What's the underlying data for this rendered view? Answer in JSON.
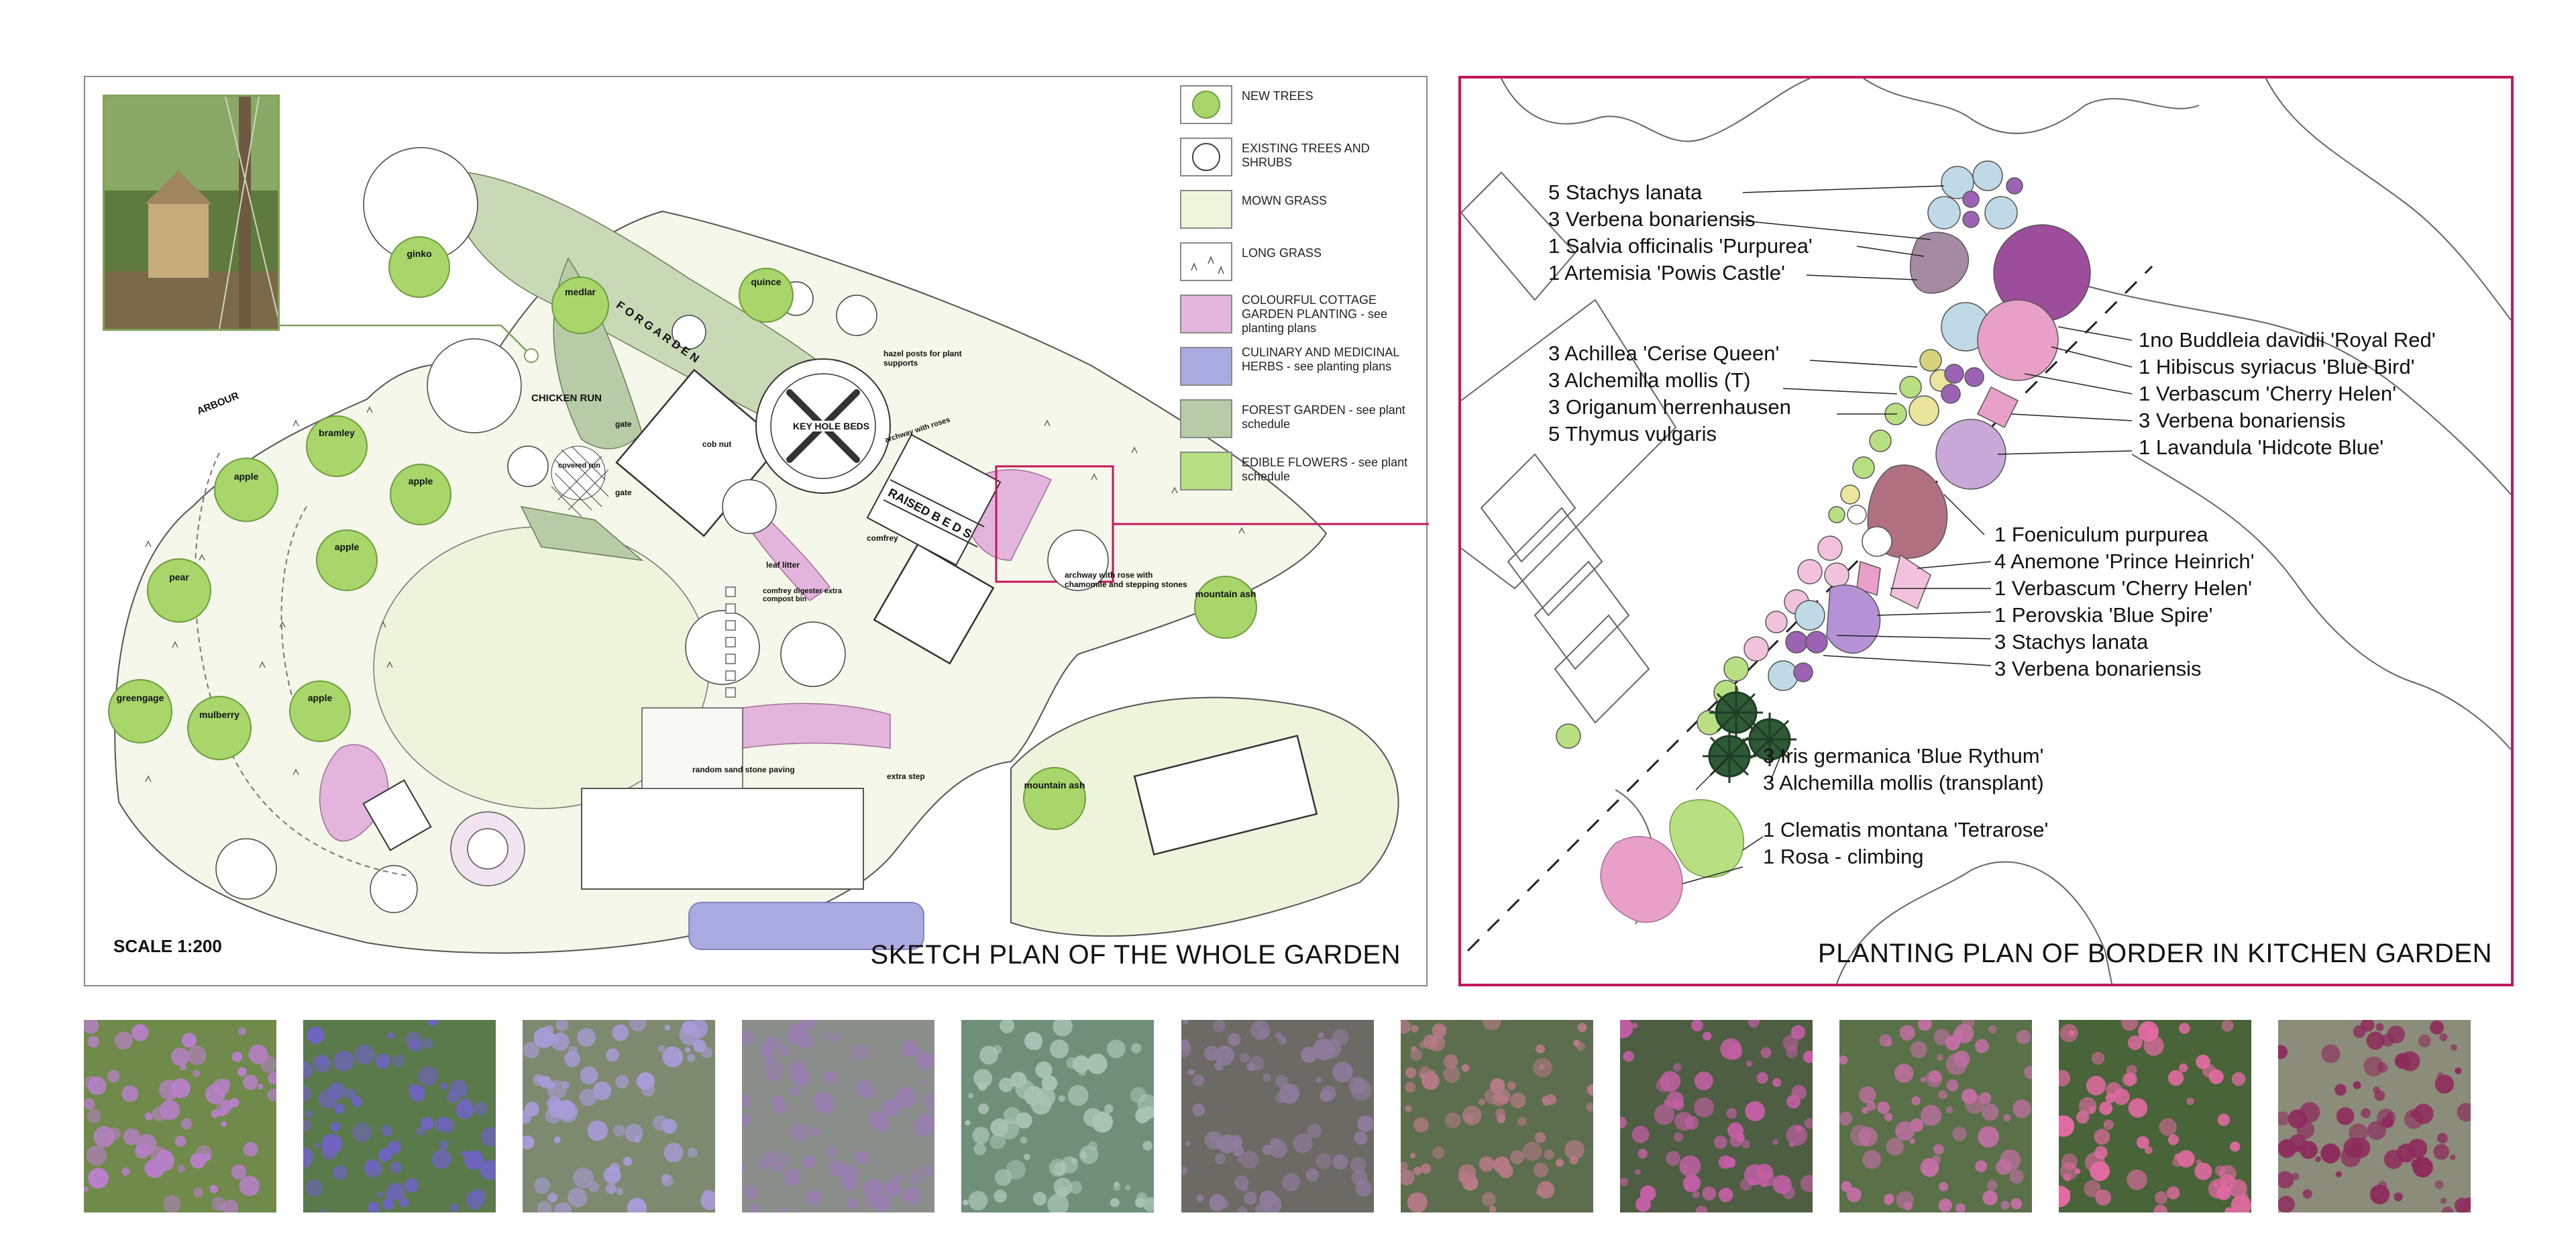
{
  "sketch": {
    "title": "SKETCH PLAN OF THE WHOLE GARDEN",
    "scale": "SCALE 1:200",
    "legend": [
      {
        "label": "NEW TREES",
        "fill": "#a8d66b"
      },
      {
        "label": "EXISTING TREES AND SHRUBS",
        "fill": "#ffffff"
      },
      {
        "label": "MOWN GRASS",
        "fill": "#eef5dc"
      },
      {
        "label": "LONG GRASS",
        "fill": "#ffffff"
      },
      {
        "label": "COLOURFUL COTTAGE GARDEN PLANTING - see planting plans",
        "fill": "#e3b5dc"
      },
      {
        "label": "CULINARY AND MEDICINAL HERBS - see planting plans",
        "fill": "#a9abe0"
      },
      {
        "label": "FOREST GARDEN - see plant schedule",
        "fill": "#b7cca6"
      },
      {
        "label": "EDIBLE FLOWERS - see plant schedule",
        "fill": "#b8df82"
      }
    ],
    "labels": {
      "chicken_run": "CHICKEN RUN",
      "arbour": "ARBOUR",
      "for_garden": "F O R   G A R D E N",
      "key_hole_beds": "KEY HOLE BEDS",
      "raised_beds": "RAISED  B E D S",
      "hazel_posts": "hazel posts for plant supports",
      "archway_rose": "archway with rose with chamomile and stepping stones",
      "random_paving": "random sand stone paving",
      "extra_step": "extra step",
      "leaf_litter": "leaf litter",
      "comfrey_digester": "comfrey digester extra compost bin",
      "comfrey": "comfrey",
      "cob_nut": "cob nut",
      "covered_run": "covered run",
      "gate1": "gate",
      "gate2": "gate",
      "archway_roses": "archway with roses"
    },
    "trees": {
      "ginko": "ginko",
      "medlar": "medlar",
      "quince": "quince",
      "bramley1": "bramley",
      "apple1": "apple",
      "apple2": "apple",
      "apple3": "apple",
      "pear": "pear",
      "greengage": "greengage",
      "mulberry": "mulberry",
      "apple4": "apple",
      "mountain_ash1": "mountain ash",
      "mountain_ash2": "mountain ash"
    }
  },
  "planting": {
    "title": "PLANTING PLAN OF BORDER IN KITCHEN GARDEN",
    "groups": [
      [
        "5 Stachys lanata",
        "3 Verbena bonariensis",
        "1 Salvia officinalis 'Purpurea'",
        "1 Artemisia 'Powis Castle'"
      ],
      [
        "3 Achillea 'Cerise Queen'",
        "3 Alchemilla mollis (T)",
        "3 Origanum herrenhausen",
        "5 Thymus vulgaris"
      ],
      [
        "1no Buddleia davidii 'Royal Red'",
        "1 Hibiscus syriacus 'Blue Bird'",
        "1 Verbascum 'Cherry Helen'",
        "3 Verbena bonariensis",
        "1 Lavandula 'Hidcote Blue'"
      ],
      [
        "1 Foeniculum purpurea",
        "4 Anemone 'Prince Heinrich'",
        "1 Verbascum 'Cherry Helen'",
        "1 Perovskia 'Blue Spire'",
        "3 Stachys lanata",
        "3 Verbena bonariensis"
      ],
      [
        "3 Iris germanica 'Blue Rythum'",
        "3 Alchemilla  mollis (transplant)"
      ],
      [
        "1 Clematis montana 'Tetrarose'",
        "1 Rosa - climbing"
      ]
    ]
  },
  "photos": [
    {
      "name": "verbena-photo",
      "bg": "#6f8a4a",
      "flower": "#b77fc8"
    },
    {
      "name": "lavender-photo",
      "bg": "#5b7a4c",
      "flower": "#6f63c2"
    },
    {
      "name": "perovskia-photo",
      "bg": "#7d8a70",
      "flower": "#a99bd8"
    },
    {
      "name": "stachys-photo",
      "bg": "#8a8f8c",
      "flower": "#9a7fb1"
    },
    {
      "name": "artemisia-photo",
      "bg": "#6f8f7a",
      "flower": "#a9c3b5"
    },
    {
      "name": "salvia-photo",
      "bg": "#6c6a64",
      "flower": "#8f7c9c"
    },
    {
      "name": "foeniculum-photo",
      "bg": "#5d6e4f",
      "flower": "#b87a88"
    },
    {
      "name": "clematis-photo",
      "bg": "#4e5e42",
      "flower": "#c45fa5"
    },
    {
      "name": "origanum-photo",
      "bg": "#5a7048",
      "flower": "#c46fa6"
    },
    {
      "name": "hibiscus-photo",
      "bg": "#486438",
      "flower": "#e36aa3"
    },
    {
      "name": "verbascum-photo",
      "bg": "#8b8c7a",
      "flower": "#8e2a5c"
    }
  ]
}
